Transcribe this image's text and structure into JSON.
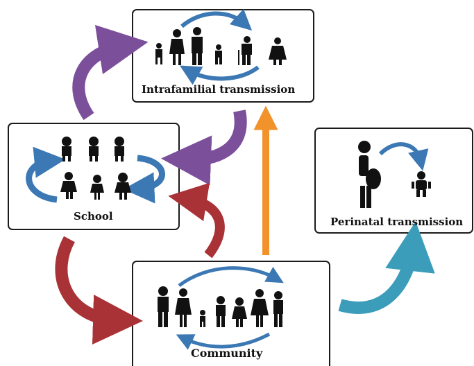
{
  "labels": {
    "intrafamilial": "Intrafamilial transmission",
    "school": "School",
    "perinatal": "Perinatal transmission",
    "community": "Community"
  },
  "colors": {
    "purple": "#7c4f9a",
    "red": "#a83236",
    "orange": "#f2922a",
    "teal": "#3b9dba",
    "blue": "#3b78b4",
    "silhouette": "#111111"
  },
  "icons": {
    "family": "family-silhouette-icon",
    "children": "children-silhouette-icon",
    "pregnant": "pregnant-woman-icon",
    "baby": "baby-icon",
    "crowd": "crowd-silhouette-icon"
  }
}
